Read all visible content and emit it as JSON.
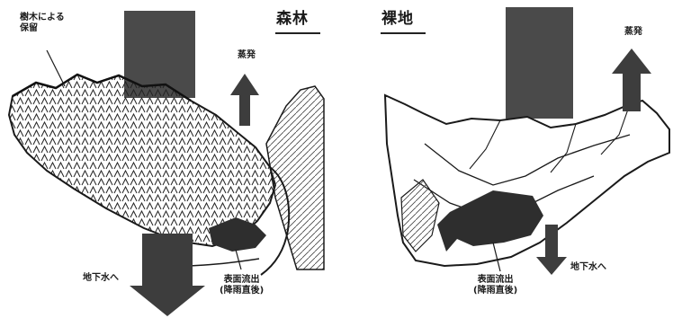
{
  "forest": {
    "title": "森林",
    "canopy_label": [
      "樹木による",
      "保留"
    ],
    "evaporation_label": "蒸発",
    "groundwater_label": "地下水へ",
    "runoff_label": [
      "表面流出",
      "(降雨直後)"
    ]
  },
  "bare": {
    "title": "裸地",
    "evaporation_label": "蒸発",
    "groundwater_label": "地下水へ",
    "runoff_label": [
      "表面流出",
      "(降雨直後)"
    ]
  },
  "colors": {
    "ink": "#1a1a1a",
    "rain_block": "#4a4a4a",
    "arrow": "#3d3d3d",
    "runoff": "#2e2e2e"
  }
}
